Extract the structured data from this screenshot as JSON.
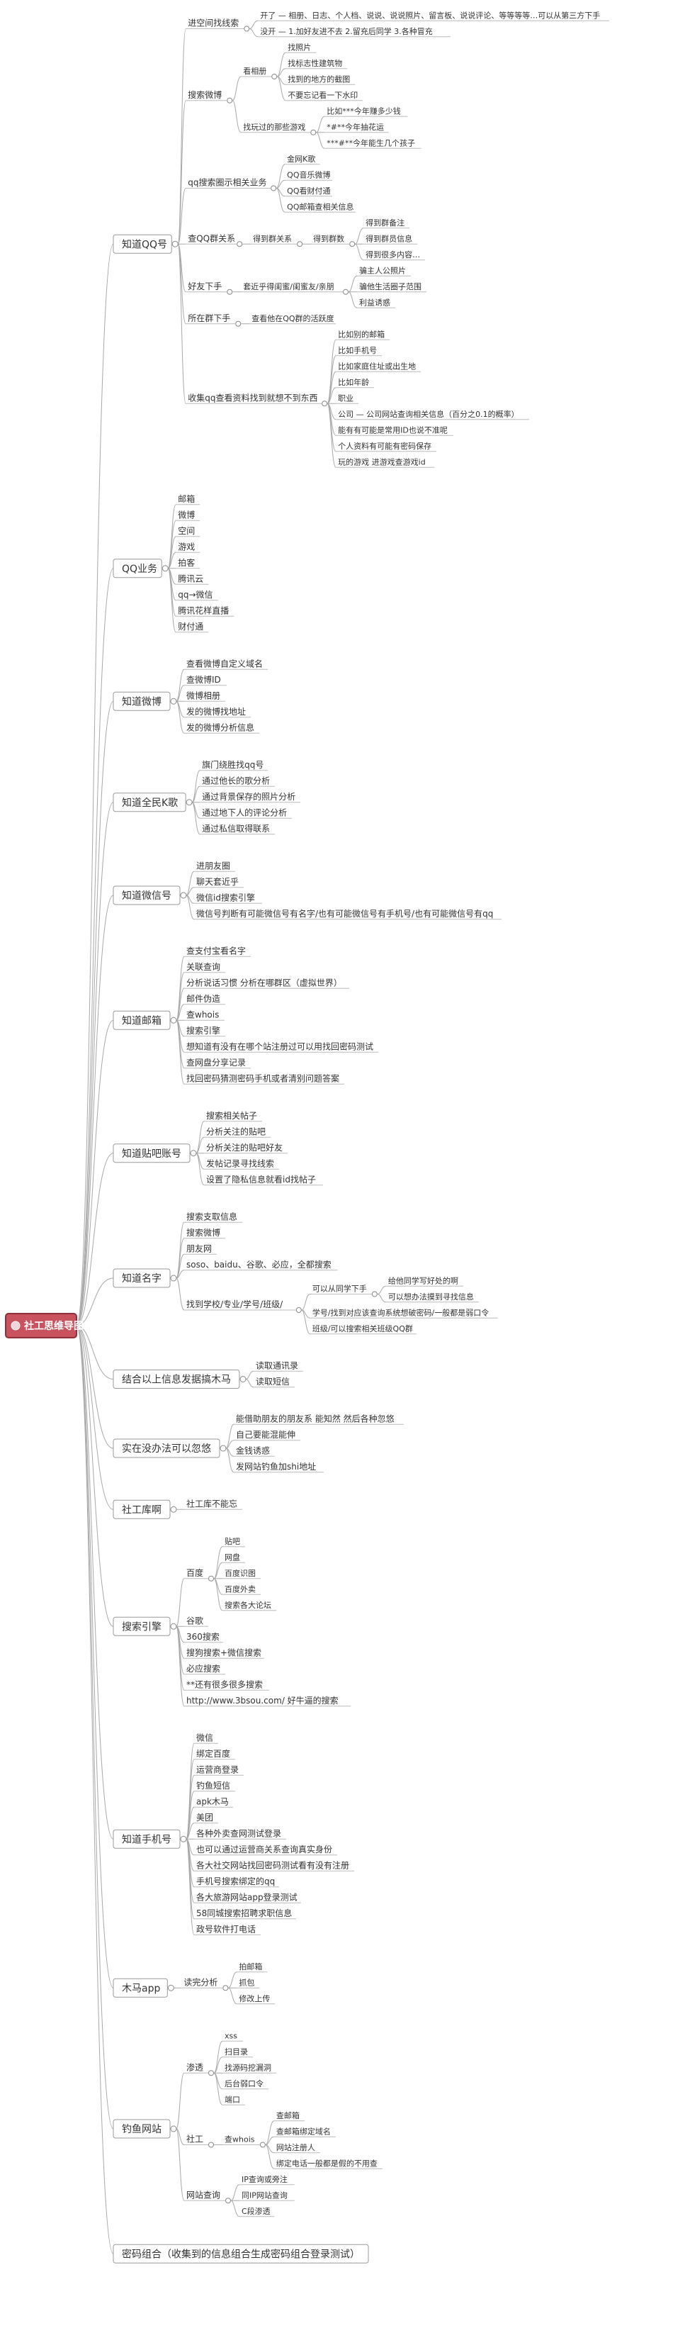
{
  "root": {
    "label": "社工思维导图"
  },
  "branches": [
    {
      "label": "知道QQ号",
      "children": [
        {
          "label": "进空间找线索",
          "children": [
            {
              "label": "开了 — 相册、日志、个人档、说说、说说照片、留言板、说说评论、等等等等…可以从第三方下手"
            },
            {
              "label": "没开 — 1.加好友进不去 2.留充后同学 3.各种冒充"
            }
          ]
        },
        {
          "label": "搜索微博",
          "children": [
            {
              "label": "看相册",
              "children": [
                {
                  "label": "找照片"
                },
                {
                  "label": "找标志性建筑物"
                },
                {
                  "label": "找到的地方的截图"
                },
                {
                  "label": "不要忘记看一下水印"
                }
              ]
            },
            {
              "label": "找玩过的那些游戏",
              "children": [
                {
                  "label": "比如***今年赚多少钱"
                },
                {
                  "label": "*#**今年抽花运"
                },
                {
                  "label": "***#**今年能生几个孩子"
                }
              ]
            }
          ]
        },
        {
          "label": "qq搜索圈示相关业务",
          "children": [
            {
              "label": "金网K歌"
            },
            {
              "label": "QQ音乐微博"
            },
            {
              "label": "QQ看财付通"
            },
            {
              "label": "QQ邮箱查相关信息"
            }
          ]
        },
        {
          "label": "查QQ群关系",
          "children": [
            {
              "label": "得到群关系",
              "children": [
                {
                  "label": "得到群数",
                  "children": [
                    {
                      "label": "得到群备注"
                    },
                    {
                      "label": "得到群员信息"
                    },
                    {
                      "label": "得到很多内容…"
                    }
                  ]
                }
              ]
            }
          ]
        },
        {
          "label": "好友下手",
          "children": [
            {
              "label": "套近乎得闺蜜/闺蜜友/亲朋",
              "children": [
                {
                  "label": "骗主人公照片"
                },
                {
                  "label": "骗他生活圈子范围"
                },
                {
                  "label": "利益诱惑"
                }
              ]
            }
          ]
        },
        {
          "label": "所在群下手",
          "children": [
            {
              "label": "查看他在QQ群的活跃度"
            }
          ]
        },
        {
          "label": "收集qq查看资料找到就想不到东西",
          "children": [
            {
              "label": "比如别的邮箱"
            },
            {
              "label": "比如手机号"
            },
            {
              "label": "比如家庭住址或出生地"
            },
            {
              "label": "比如年龄"
            },
            {
              "label": "职业"
            },
            {
              "label": "公司 — 公司网站查询相关信息（百分之0.1的概率）"
            },
            {
              "label": "能有有可能是常用ID也说不准呢"
            },
            {
              "label": "个人资料有可能有密码保存"
            },
            {
              "label": "玩的游戏 进游戏查游戏id"
            }
          ]
        }
      ]
    },
    {
      "label": "QQ业务",
      "children": [
        {
          "label": "邮箱"
        },
        {
          "label": "微博"
        },
        {
          "label": "空间"
        },
        {
          "label": "游戏"
        },
        {
          "label": "拍客"
        },
        {
          "label": "腾讯云"
        },
        {
          "label": "qq→微信"
        },
        {
          "label": "腾讯花样直播"
        },
        {
          "label": "财付通"
        }
      ]
    },
    {
      "label": "知道微博",
      "children": [
        {
          "label": "查看微博自定义域名"
        },
        {
          "label": "查微博ID"
        },
        {
          "label": "微博相册"
        },
        {
          "label": "发的微博找地址"
        },
        {
          "label": "发的微博分析信息"
        }
      ]
    },
    {
      "label": "知道全民K歌",
      "children": [
        {
          "label": "旗门绕胜找qq号"
        },
        {
          "label": "通过他长的歌分析"
        },
        {
          "label": "通过背景保存的照片分析"
        },
        {
          "label": "通过地下人的评论分析"
        },
        {
          "label": "通过私信取得联系"
        }
      ]
    },
    {
      "label": "知道微信号",
      "children": [
        {
          "label": "进朋友圈"
        },
        {
          "label": "聊天套近乎"
        },
        {
          "label": "微信id搜索引擎"
        },
        {
          "label": "微信号判断有可能微信号有名字/也有可能微信号有手机号/也有可能微信号有qq"
        }
      ]
    },
    {
      "label": "知道邮箱",
      "children": [
        {
          "label": "查支付宝看名字"
        },
        {
          "label": "关联查询"
        },
        {
          "label": "分析说话习惯 分析在哪群区（虚拟世界）"
        },
        {
          "label": "邮件伪造"
        },
        {
          "label": "查whois"
        },
        {
          "label": "搜索引擎"
        },
        {
          "label": "想知道有没有在哪个站注册过可以用找回密码测试"
        },
        {
          "label": "查网盘分享记录"
        },
        {
          "label": "找回密码猜测密码手机或者清别问题答案"
        }
      ]
    },
    {
      "label": "知道贴吧账号",
      "children": [
        {
          "label": "搜索相关帖子"
        },
        {
          "label": "分析关注的贴吧"
        },
        {
          "label": "分析关注的贴吧好友"
        },
        {
          "label": "发帖记录寻找线索"
        },
        {
          "label": "设置了隐私信息就看id找帖子"
        }
      ]
    },
    {
      "label": "知道名字",
      "children": [
        {
          "label": "搜索支取信息"
        },
        {
          "label": "搜索微博"
        },
        {
          "label": "朋友网"
        },
        {
          "label": "soso、baidu、谷歌、必应，全都搜索"
        },
        {
          "label": "找到学校/专业/学号/班级/",
          "children": [
            {
              "label": "可以从同学下手",
              "children": [
                {
                  "label": "给他同学写好处的啊"
                },
                {
                  "label": "可以想办法摸到寻找信息"
                }
              ]
            },
            {
              "label": "学号/找到对应该查询系统想破密码/一般都是弱口令"
            },
            {
              "label": "班级/可以搜索相关班级QQ群"
            }
          ]
        }
      ]
    },
    {
      "label": "结合以上信息发据搞木马",
      "children": [
        {
          "label": "读取通讯录"
        },
        {
          "label": "读取短信"
        }
      ]
    },
    {
      "label": "实在没办法可以忽悠",
      "children": [
        {
          "label": "能借助朋友的朋友系 能知然 然后各种忽悠"
        },
        {
          "label": "自己要能混能伸"
        },
        {
          "label": "金钱诱惑"
        },
        {
          "label": "发网站钓鱼加shi地址"
        }
      ]
    },
    {
      "label": "社工库啊",
      "children": [
        {
          "label": "社工库不能忘"
        }
      ]
    },
    {
      "label": "搜索引擎",
      "children": [
        {
          "label": "百度",
          "children": [
            {
              "label": "贴吧"
            },
            {
              "label": "网盘"
            },
            {
              "label": "百度识图"
            },
            {
              "label": "百度外卖"
            },
            {
              "label": "搜索各大论坛"
            }
          ]
        },
        {
          "label": "谷歌"
        },
        {
          "label": "360搜索"
        },
        {
          "label": "搜狗搜索+微信搜索"
        },
        {
          "label": "必应搜索"
        },
        {
          "label": "**还有很多很多搜索"
        },
        {
          "label": "http://www.3bsou.com/ 好牛逼的搜索"
        }
      ]
    },
    {
      "label": "知道手机号",
      "children": [
        {
          "label": "微信"
        },
        {
          "label": "绑定百度"
        },
        {
          "label": "运营商登录"
        },
        {
          "label": "钓鱼短信"
        },
        {
          "label": "apk木马"
        },
        {
          "label": "美团"
        },
        {
          "label": "各种外卖查网测试登录"
        },
        {
          "label": "也可以通过运营商关系查询真实身份"
        },
        {
          "label": "各大社交网站找回密码测试看有没有注册"
        },
        {
          "label": "手机号搜索绑定的qq"
        },
        {
          "label": "各大旅游网站app登录测试"
        },
        {
          "label": "58同城搜索招聘求职信息"
        },
        {
          "label": "政号软件打电话"
        }
      ]
    },
    {
      "label": "木马app",
      "children": [
        {
          "label": "读完分析",
          "children": [
            {
              "label": "拍邮箱"
            },
            {
              "label": "抓包"
            },
            {
              "label": "修改上传"
            }
          ]
        }
      ]
    },
    {
      "label": "钓鱼网站",
      "children": [
        {
          "label": "渗透",
          "children": [
            {
              "label": "xss"
            },
            {
              "label": "扫目录"
            },
            {
              "label": "找源码挖漏洞"
            },
            {
              "label": "后台弱口令"
            },
            {
              "label": "端口"
            }
          ]
        },
        {
          "label": "社工",
          "children": [
            {
              "label": "查whois",
              "children": [
                {
                  "label": "查邮箱"
                },
                {
                  "label": "查邮箱绑定域名"
                },
                {
                  "label": "网站注册人"
                },
                {
                  "label": "绑定电话一般都是假的不用查"
                }
              ]
            }
          ]
        },
        {
          "label": "网站查询",
          "children": [
            {
              "label": "IP查询或旁注"
            },
            {
              "label": "同IP网站查询"
            },
            {
              "label": "C段渗透"
            }
          ]
        }
      ]
    },
    {
      "label": "密码组合（收集到的信息组合生成密码组合登录测试）",
      "children": []
    }
  ],
  "colors": {
    "root_fill": "#c9525f",
    "line": "#a8a8a8",
    "box_border": "#9a9a9a"
  }
}
